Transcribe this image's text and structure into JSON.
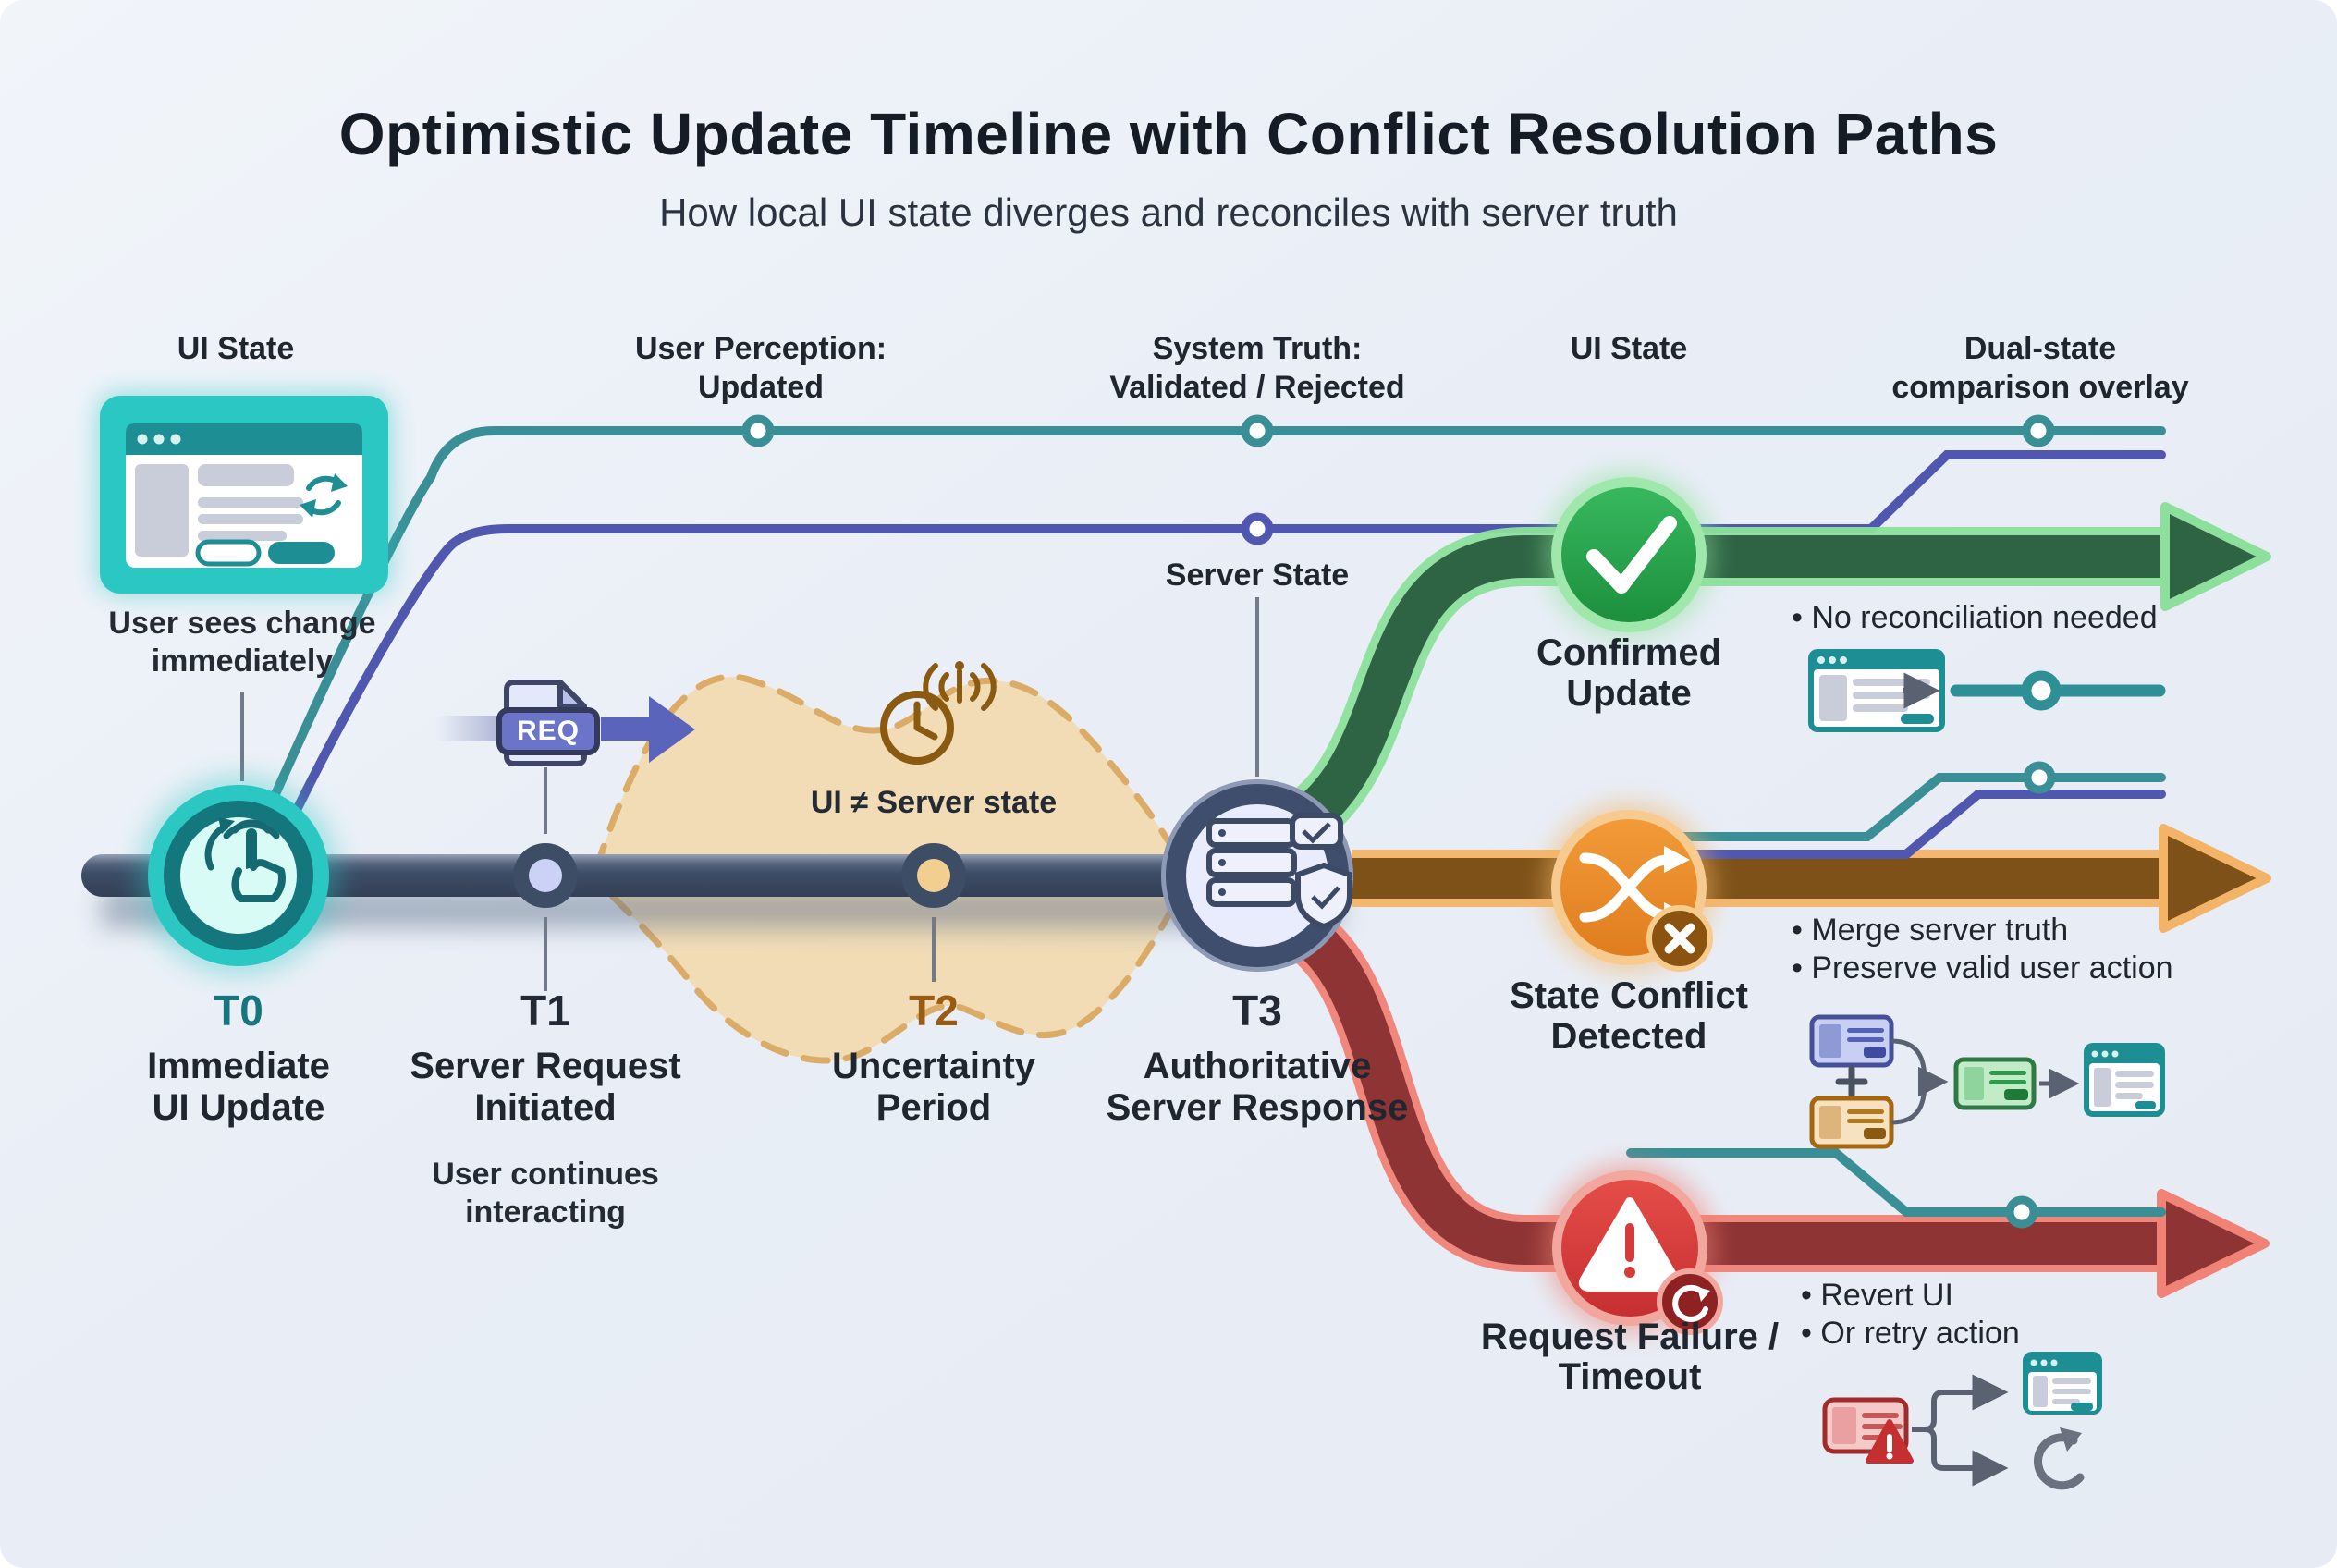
{
  "title": "Optimistic Update Timeline with Conflict Resolution Paths",
  "subtitle": "How local UI state diverges and reconciles with server truth",
  "header_labels": {
    "ui_state_left": "UI State",
    "user_perception_l1": "User Perception:",
    "user_perception_l2": "Updated",
    "system_truth_l1": "System Truth:",
    "system_truth_l2": "Validated / Rejected",
    "ui_state_right": "UI State",
    "dual_state_l1": "Dual-state",
    "dual_state_l2": "comparison overlay",
    "server_state": "Server State"
  },
  "milestones": {
    "t0": {
      "id": "T0",
      "title_l1": "Immediate",
      "title_l2": "UI Update",
      "note_l1": "User sees change",
      "note_l2": "immediately"
    },
    "t1": {
      "id": "T1",
      "title_l1": "Server Request",
      "title_l2": "Initiated",
      "note_l1": "User continues",
      "note_l2": "interacting",
      "request_badge": "REQ"
    },
    "t2": {
      "id": "T2",
      "title_l1": "Uncertainty",
      "title_l2": "Period",
      "note": "UI ≠ Server state"
    },
    "t3": {
      "id": "T3",
      "title_l1": "Authoritative",
      "title_l2": "Server Response"
    }
  },
  "branches": {
    "confirmed": {
      "title_l1": "Confirmed",
      "title_l2": "Update",
      "bullet_1": "•  No reconciliation needed"
    },
    "conflict": {
      "title_l1": "State Conflict",
      "title_l2": "Detected",
      "bullet_1": "•  Merge server truth",
      "bullet_2": "•  Preserve valid user action"
    },
    "failure": {
      "title_l1": "Request Failure /",
      "title_l2": "Timeout",
      "bullet_1": "•  Revert UI",
      "bullet_2": "•  Or retry action"
    }
  },
  "colors": {
    "background": "#e9eef6",
    "timeline": "#3d4d66",
    "teal_bright": "#2bc8c3",
    "teal_dark": "#15767e",
    "line_teal": "#3a8f96",
    "line_indigo": "#4f58ae",
    "green_node": "#28a34c",
    "green_band": "#2e6343",
    "orange_node": "#ec8b2d",
    "orange_band": "#7d5118",
    "red_node": "#d84141",
    "red_band": "#8e3434",
    "uncertainty": "#d89a3f",
    "text": "#1f2733"
  }
}
